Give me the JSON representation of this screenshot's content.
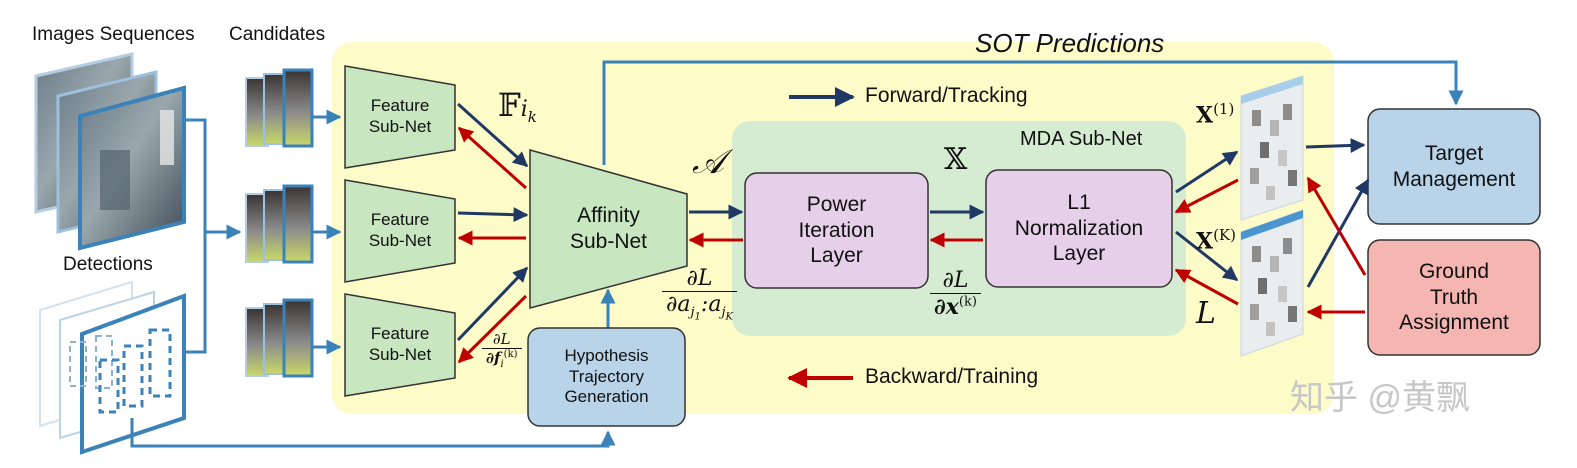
{
  "labels": {
    "images_sequences": "Images Sequences",
    "candidates": "Candidates",
    "detections": "Detections",
    "sot_predictions": "SOT Predictions",
    "mda_subnet": "MDA Sub-Net",
    "legend_forward": "Forward/Tracking",
    "legend_backward": "Backward/Training",
    "watermark": "知乎 @黄飘"
  },
  "boxes": {
    "feature_1": [
      "Feature",
      "Sub-Net"
    ],
    "feature_2": [
      "Feature",
      "Sub-Net"
    ],
    "feature_3": [
      "Feature",
      "Sub-Net"
    ],
    "affinity": [
      "Affinity",
      "Sub-Net"
    ],
    "hypothesis": [
      "Hypothesis",
      "Trajectory",
      "Generation"
    ],
    "power_iteration": [
      "Power",
      "Iteration",
      "Layer"
    ],
    "l1_normalization": [
      "L1",
      "Normalization",
      "Layer"
    ],
    "target_management": [
      "Target",
      "Management"
    ],
    "ground_truth": [
      "Ground",
      "Truth",
      "Assignment"
    ]
  },
  "math": {
    "feature_symbol": "𝔽",
    "feature_sub": "i",
    "feature_subsub": "k",
    "affinity_symbol": "𝒜",
    "assignment_symbol": "𝕏",
    "x1_base": "X",
    "x1_sup": "(1)",
    "xk_base": "X",
    "xk_sup": "(K)",
    "loss_symbol": "L",
    "grad_a_num": "∂L",
    "grad_a_den": "∂a",
    "grad_a_den_rest": ":a",
    "grad_a_j": "j",
    "grad_a_1": "1",
    "grad_a_K": "K",
    "grad_x_num": "∂L",
    "grad_x_den": "∂x",
    "grad_x_sup": "(k)",
    "grad_f_num": "∂L",
    "grad_f_den": "∂f",
    "grad_f_sup": "(k)",
    "grad_f_sub": "i"
  },
  "colors": {
    "forward_arrow": "#1f3864",
    "backward_arrow": "#c00000",
    "input_line": "#3b82b8",
    "yellow_region": "#fdfbc8",
    "green_region": "#d5ecd2",
    "green_trapezoid": "#c8e6c0",
    "purple_box": "#e6cfe8",
    "blue_box": "#b9d3e8",
    "red_box": "#f5b5b1"
  }
}
